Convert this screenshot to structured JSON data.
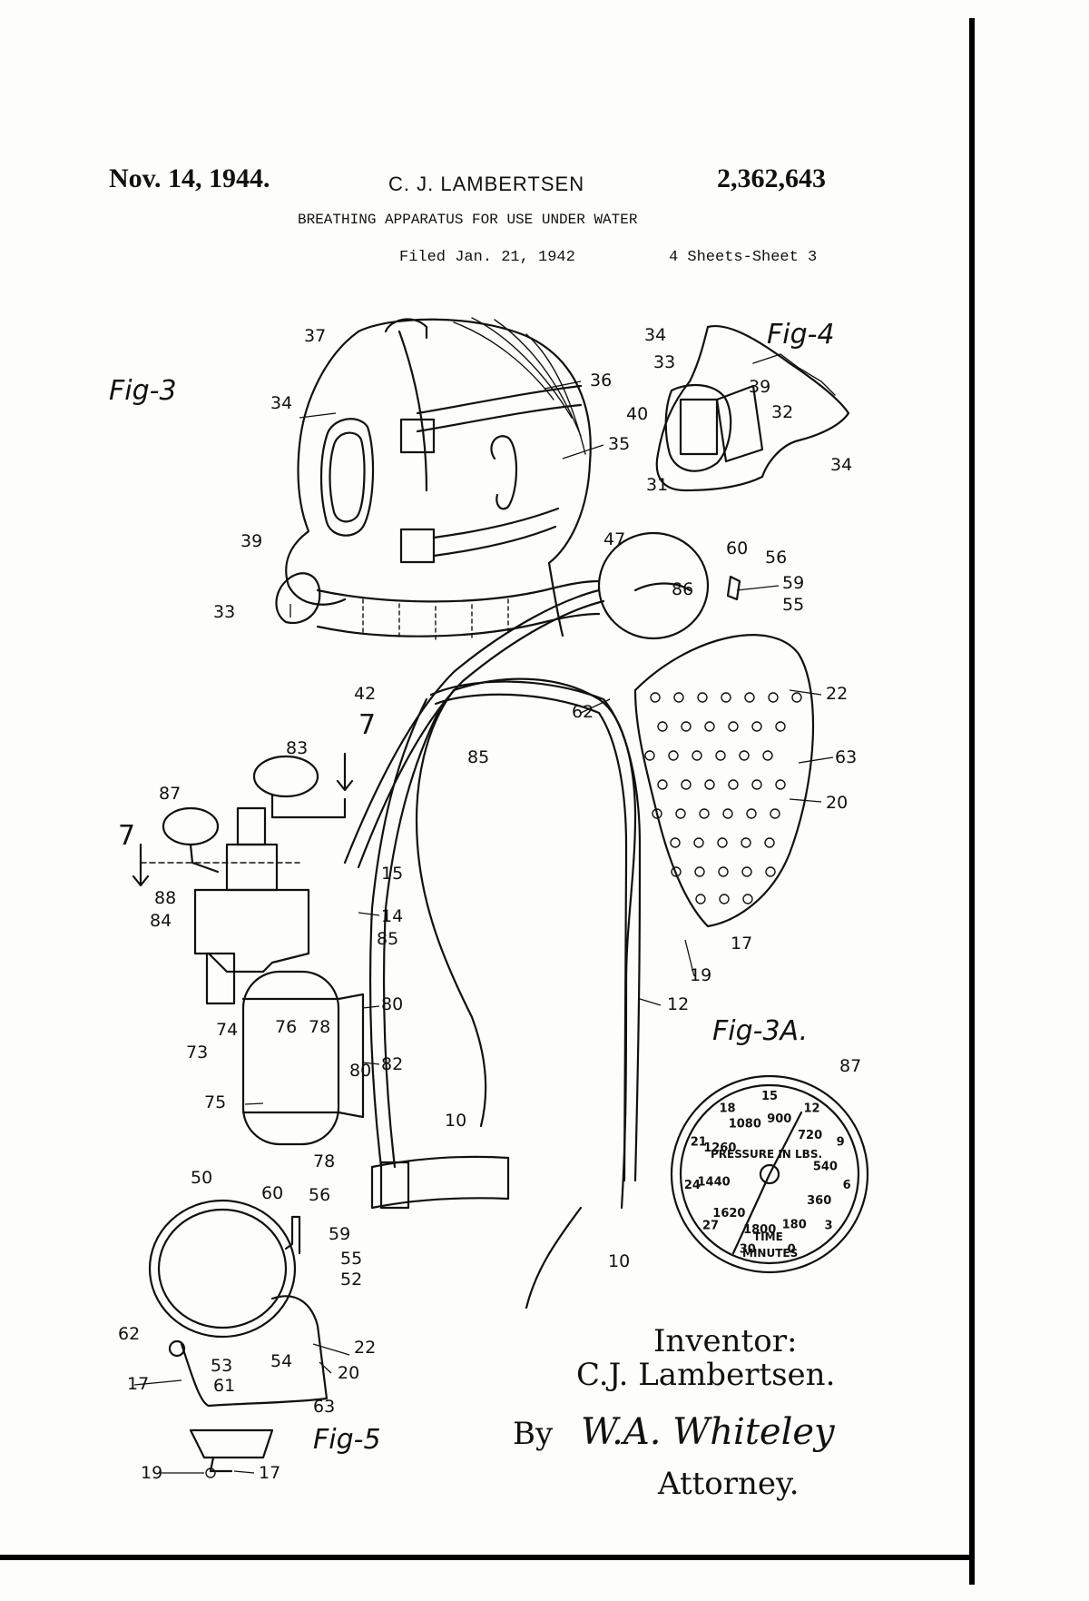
{
  "header": {
    "date": "Nov. 14, 1944.",
    "inventor": "C. J. LAMBERTSEN",
    "patent_number": "2,362,643",
    "title": "BREATHING APPARATUS FOR USE UNDER WATER",
    "filed": "Filed Jan. 21, 1942",
    "sheets": "4 Sheets-Sheet 3"
  },
  "figures": {
    "fig3": "Fig-3",
    "fig4": "Fig-4",
    "fig3a": "Fig-3A.",
    "fig5": "Fig-5"
  },
  "section_mark": "7",
  "fig3_refs": [
    "37",
    "34",
    "36",
    "35",
    "39",
    "33",
    "47",
    "60",
    "56",
    "59",
    "55",
    "86",
    "42",
    "22",
    "62",
    "63",
    "85",
    "20",
    "83",
    "87",
    "15",
    "88",
    "84",
    "14",
    "85",
    "17",
    "19",
    "12",
    "74",
    "76",
    "78",
    "80",
    "73",
    "80",
    "82",
    "75",
    "78",
    "10",
    "10"
  ],
  "fig4_refs": [
    "34",
    "33",
    "39",
    "40",
    "32",
    "34",
    "31"
  ],
  "fig5_refs": [
    "50",
    "60",
    "56",
    "59",
    "55",
    "52",
    "62",
    "22",
    "53",
    "54",
    "17",
    "61",
    "20",
    "63",
    "19",
    "17"
  ],
  "fig3a_refs": [
    "87"
  ],
  "gauge": {
    "time_scale": [
      "15",
      "12",
      "9",
      "6",
      "3",
      "0",
      "30",
      "27",
      "24",
      "21",
      "18"
    ],
    "pressure_scale": [
      "900",
      "720",
      "540",
      "360",
      "180",
      "1800",
      "1620",
      "1440",
      "1260",
      "1080"
    ],
    "pressure_label": "PRESSURE IN LBS.",
    "time_label": "TIME",
    "minutes_label": "MINUTES"
  },
  "signature": {
    "inventor_label": "Inventor:",
    "inventor_name": "C.J. Lambertsen.",
    "by": "By",
    "attorney_signature": "W.A. Whiteley",
    "attorney_label": "Attorney."
  }
}
